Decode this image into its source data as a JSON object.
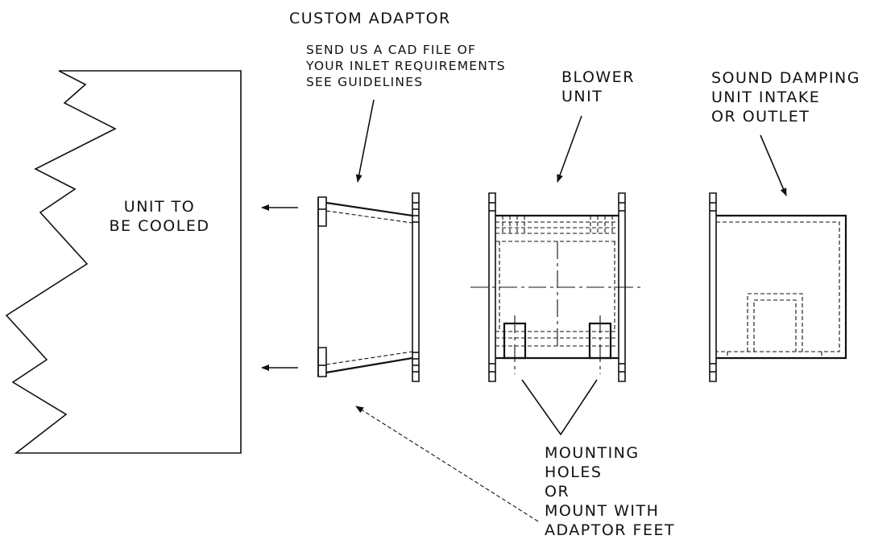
{
  "labels": {
    "unit_to_be_cooled": "UNIT TO\nBE COOLED",
    "custom_adaptor": "CUSTOM ADAPTOR",
    "cad_note": "SEND US A CAD FILE OF\nYOUR INLET REQUIREMENTS\nSEE GUIDELINES",
    "blower_unit": "BLOWER\nUNIT",
    "sound_damping": "SOUND DAMPING\nUNIT INTAKE\nOR OUTLET",
    "mounting": "MOUNTING\nHOLES\nOR\nMOUNT WITH\nADAPTOR FEET"
  },
  "colors": {
    "line": "#111111",
    "background": "#ffffff"
  }
}
